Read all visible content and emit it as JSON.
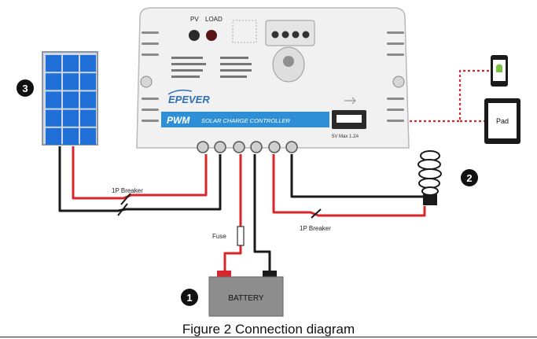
{
  "controller": {
    "top_labels": [
      "PV",
      "LOAD"
    ],
    "brand": "EPEVER",
    "banner_title": "PWM",
    "banner_subtitle": "SOLAR CHARGE CONTROLLER",
    "usb_label": "5V Max 1.2A"
  },
  "components": {
    "breaker_pv": "1P Breaker",
    "breaker_load": "1P Breaker",
    "fuse": "Fuse",
    "battery": "BATTERY",
    "pad": "Pad"
  },
  "markers": {
    "battery": "1",
    "load": "2",
    "panel": "3"
  },
  "caption": "Figure 2 Connection diagram",
  "colors": {
    "positive_wire": "#d9262a",
    "negative_wire": "#1a1a1a",
    "usb_link": "#d9262a",
    "banner": "#2f8fd6",
    "panel": "#1f6fd6"
  }
}
